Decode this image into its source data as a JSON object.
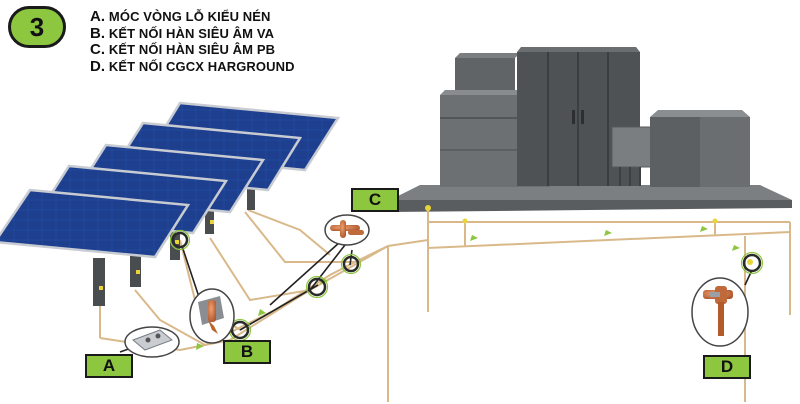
{
  "figure": {
    "step_number": "3",
    "legend": [
      {
        "key": "A.",
        "text": "MÓC VÒNG LỖ KIỂU NÉN"
      },
      {
        "key": "B.",
        "text": "KẾT NỐI HÀN SIÊU ÂM VA"
      },
      {
        "key": "C.",
        "text": "KẾT NỐI HÀN SIÊU ÂM PB"
      },
      {
        "key": "D.",
        "text": "KẾT NỐI CGCX HARGROUND"
      }
    ],
    "callout_labels": {
      "a": "A",
      "b": "B",
      "c": "C",
      "d": "D"
    }
  },
  "colors": {
    "accent_green": "#8dc63f",
    "panel_blue": "#1f3f8f",
    "grounding_wire": "#d9b98a",
    "equipment_gray": "#5f6366"
  }
}
